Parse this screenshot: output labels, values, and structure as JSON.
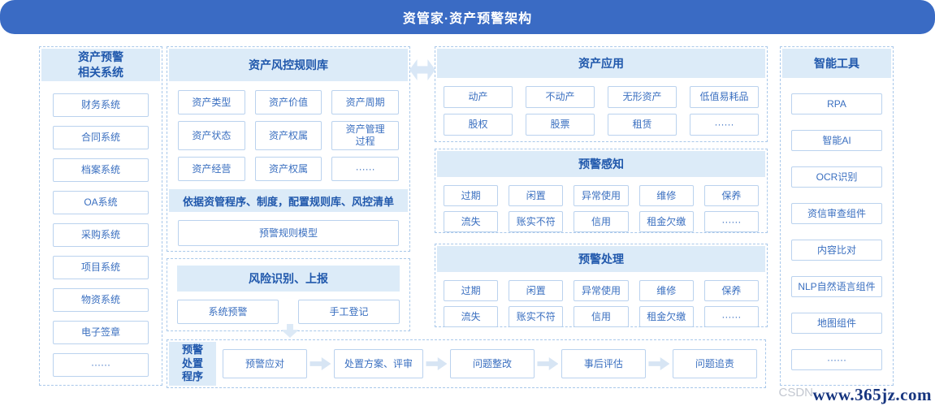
{
  "header": {
    "title": "资管家·资产预警架构"
  },
  "left_panel": {
    "title_line1": "资产预警",
    "title_line2": "相关系统",
    "items": [
      "财务系统",
      "合同系统",
      "档案系统",
      "OA系统",
      "采购系统",
      "项目系统",
      "物资系统",
      "电子签章",
      "······"
    ]
  },
  "rules_panel": {
    "title": "资产风控规则库",
    "items": [
      "资产类型",
      "资产价值",
      "资产周期",
      "资产状态",
      "资产权属",
      "资产管理\n过程",
      "资产经营",
      "资产权属",
      "······"
    ],
    "banner": "依据资管程序、制度，配置规则库、风控清单",
    "model": "预警规则模型"
  },
  "risk_panel": {
    "title": "风险识别、上报",
    "items": [
      "系统预警",
      "手工登记"
    ]
  },
  "apps_panel": {
    "title": "资产应用",
    "items": [
      "动产",
      "不动产",
      "无形资产",
      "低值易耗品",
      "股权",
      "股票",
      "租赁",
      "······"
    ]
  },
  "sense_panel": {
    "title": "预警感知",
    "items": [
      "过期",
      "闲置",
      "异常使用",
      "维修",
      "保养",
      "流失",
      "账实不符",
      "信用",
      "租金欠缴",
      "······"
    ]
  },
  "handle_panel": {
    "title": "预警处理",
    "items": [
      "过期",
      "闲置",
      "异常使用",
      "维修",
      "保养",
      "流失",
      "账实不符",
      "信用",
      "租金欠缴",
      "······"
    ]
  },
  "tools_panel": {
    "title": "智能工具",
    "items": [
      "RPA",
      "智能AI",
      "OCR识别",
      "资信审查组件",
      "内容比对",
      "NLP自然语言组件",
      "地图组件",
      "······"
    ]
  },
  "flow_panel": {
    "label_line1": "预警",
    "label_line2": "处置",
    "label_line3": "程序",
    "steps": [
      "预警应对",
      "处置方案、评审",
      "问题整改",
      "事后评估",
      "问题追责"
    ]
  },
  "watermark": {
    "ghost": "CSDN",
    "site": "www.365jz.com"
  },
  "colors": {
    "bar": "#3a6bc4",
    "section_header_bg": "#dcebf8",
    "section_header_text": "#2058ac",
    "box_border": "#bad2ee",
    "box_text": "#3a6fc0",
    "panel_border": "#a9c8ea",
    "arrow": "#d9e7f6"
  }
}
